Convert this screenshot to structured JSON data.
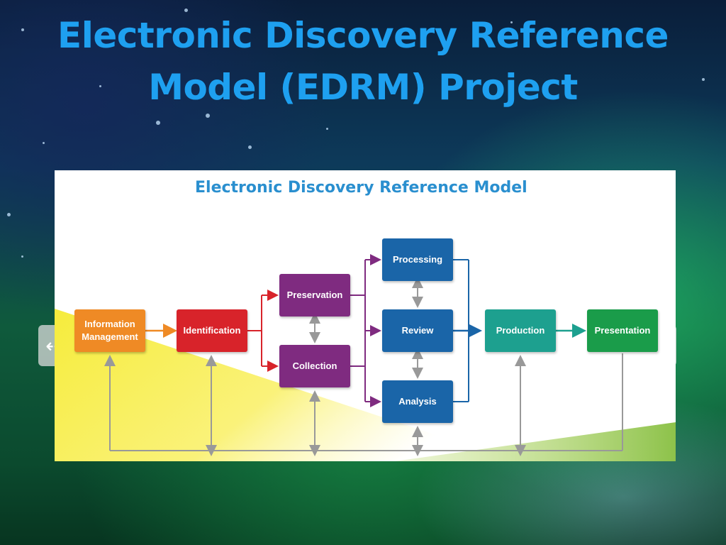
{
  "slide": {
    "title": "Electronic Discovery Reference Model (EDRM) Project"
  },
  "diagram": {
    "title": "Electronic Discovery Reference Model",
    "stages": {
      "information_management": "Information\nManagement",
      "identification": "Identification",
      "preservation": "Preservation",
      "collection": "Collection",
      "processing": "Processing",
      "review": "Review",
      "analysis": "Analysis",
      "production": "Production",
      "presentation": "Presentation"
    }
  },
  "colors": {
    "title": "#1ea0f0",
    "orange": "#ef8a25",
    "red": "#d8232a",
    "purple": "#7f2b80",
    "blue": "#1a65a8",
    "teal": "#1da08f",
    "green": "#1a9c4a",
    "yellow": "#fbf04a",
    "gray_line": "#999999"
  },
  "icons": {
    "prev": "chevron-left-icon",
    "next": "chevron-right-icon"
  }
}
